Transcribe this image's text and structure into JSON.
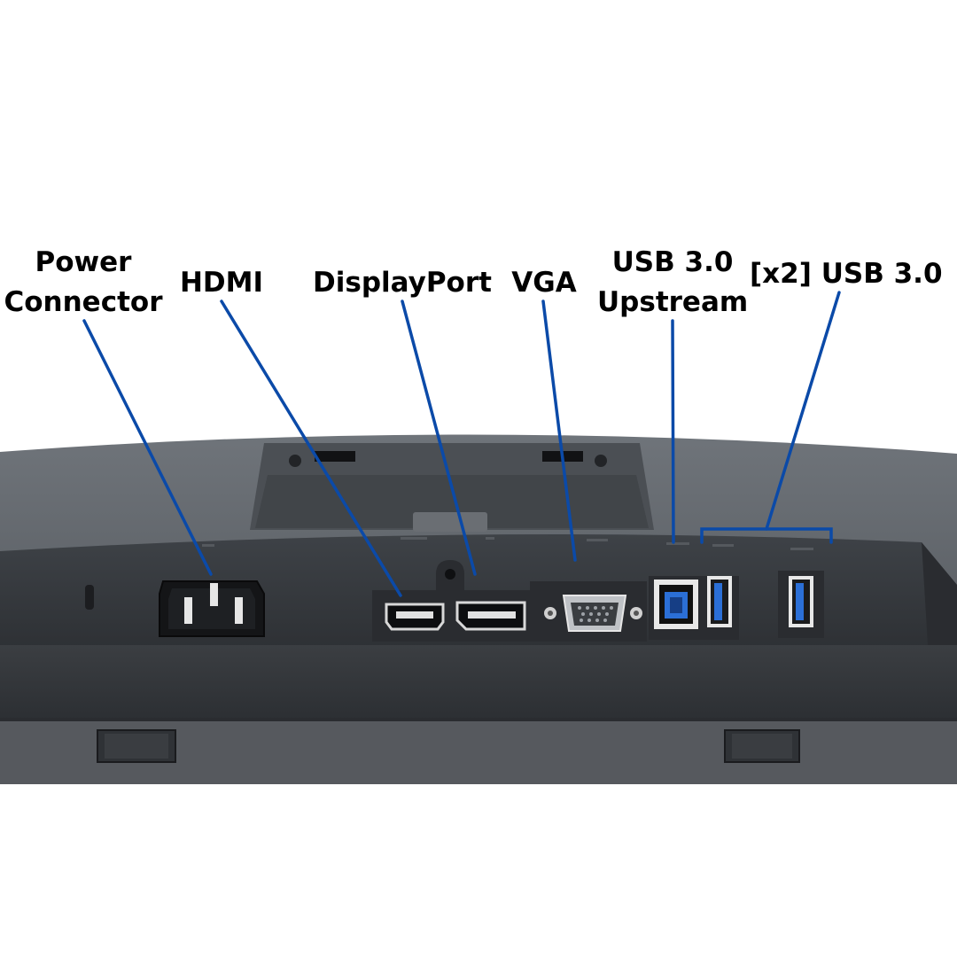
{
  "labels": {
    "power": {
      "line1": "Power",
      "line2": "Connector"
    },
    "hdmi": {
      "text": "HDMI"
    },
    "displayport": {
      "text": "DisplayPort"
    },
    "vga": {
      "text": "VGA"
    },
    "usb_upstream": {
      "line1": "USB 3.0",
      "line2": "Upstream"
    },
    "usb_downstream": {
      "text": "[x2] USB 3.0"
    }
  },
  "colors": {
    "callout_line": "#0b4aa8",
    "background": "#ffffff",
    "label_text": "#000000",
    "usb_blue": "#2b6fd6"
  },
  "icons": [
    "power-inlet-icon",
    "hdmi-port-icon",
    "displayport-port-icon",
    "vga-port-icon",
    "usb-b-port-icon",
    "usb-a-port-icon"
  ]
}
